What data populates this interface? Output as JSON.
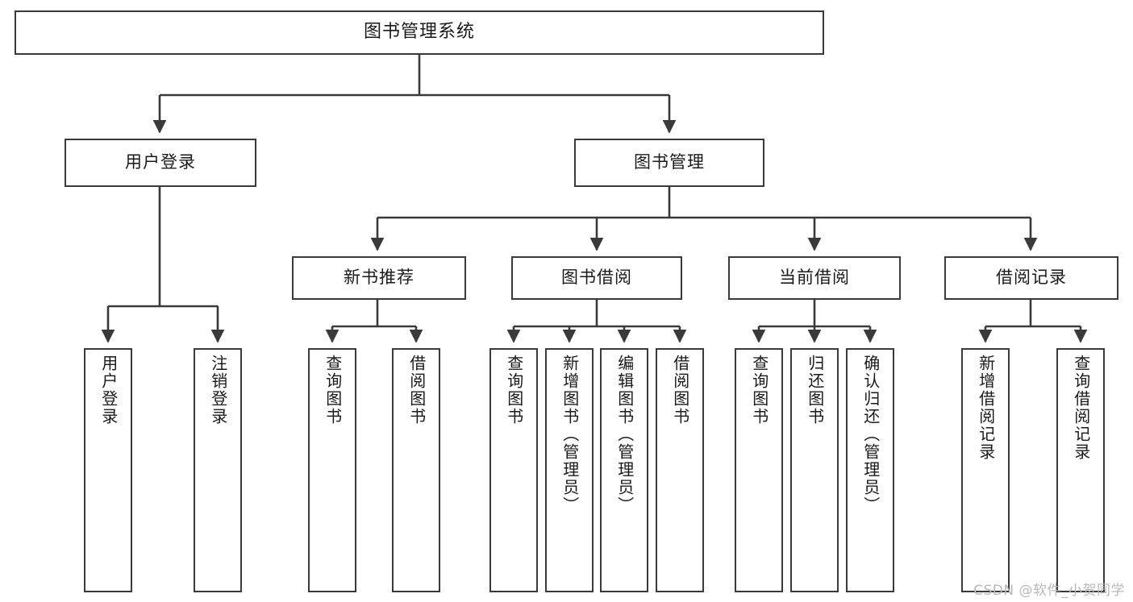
{
  "diagram": {
    "title": "图书管理系统",
    "type": "tree",
    "watermark": "CSDN @软件_小贺同学",
    "colors": {
      "box_border": "#3a3a3a",
      "box_fill": "#ffffff",
      "edge": "#3a3a3a",
      "text": "#1a1a1a",
      "watermark": "#b9b9b9"
    },
    "root": {
      "label": "图书管理系统",
      "orientation": "horizontal"
    },
    "level2": [
      {
        "label": "用户登录",
        "orientation": "horizontal"
      },
      {
        "label": "图书管理",
        "orientation": "horizontal"
      }
    ],
    "level3": [
      {
        "label": "新书推荐",
        "orientation": "horizontal"
      },
      {
        "label": "图书借阅",
        "orientation": "horizontal"
      },
      {
        "label": "当前借阅",
        "orientation": "horizontal"
      },
      {
        "label": "借阅记录",
        "orientation": "horizontal"
      }
    ],
    "leaves": {
      "user_login": [
        {
          "label": "用户登录",
          "orientation": "vertical"
        },
        {
          "label": "注销登录",
          "orientation": "vertical"
        }
      ],
      "new_book_recommend": [
        {
          "label": "查询图书",
          "orientation": "vertical"
        },
        {
          "label": "借阅图书",
          "orientation": "vertical"
        }
      ],
      "book_borrow": [
        {
          "label": "查询图书",
          "orientation": "vertical"
        },
        {
          "label": "新增图书（管理员）",
          "orientation": "vertical"
        },
        {
          "label": "编辑图书（管理员）",
          "orientation": "vertical"
        },
        {
          "label": "借阅图书",
          "orientation": "vertical"
        }
      ],
      "current_borrow": [
        {
          "label": "查询图书",
          "orientation": "vertical"
        },
        {
          "label": "归还图书",
          "orientation": "vertical"
        },
        {
          "label": "确认归还（管理员）",
          "orientation": "vertical"
        }
      ],
      "borrow_records": [
        {
          "label": "新增借阅记录",
          "orientation": "vertical"
        },
        {
          "label": "查询借阅记录",
          "orientation": "vertical"
        }
      ]
    }
  }
}
